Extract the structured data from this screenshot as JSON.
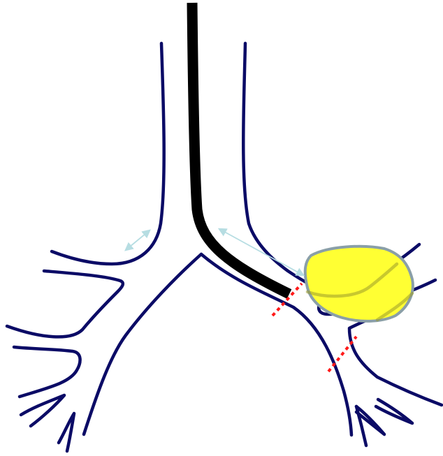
{
  "colors": {
    "background": "#ffffff",
    "airway_wall": "#0b0b66",
    "catheter": "#000000",
    "lesion_fill": "#ffff33",
    "lesion_outline": "#8a9fa8",
    "cut_marker": "#ff1a1a",
    "distance_arrow": "#b6dde2"
  },
  "elements": {
    "airway_tree": "airway-wall-outline",
    "catheter": "bronchoscope-catheter",
    "lesion": "peripheral-lesion",
    "markers": [
      "cut-marker-upper",
      "cut-marker-lower"
    ],
    "arrows": [
      "distance-arrow-left",
      "distance-arrow-right"
    ]
  }
}
